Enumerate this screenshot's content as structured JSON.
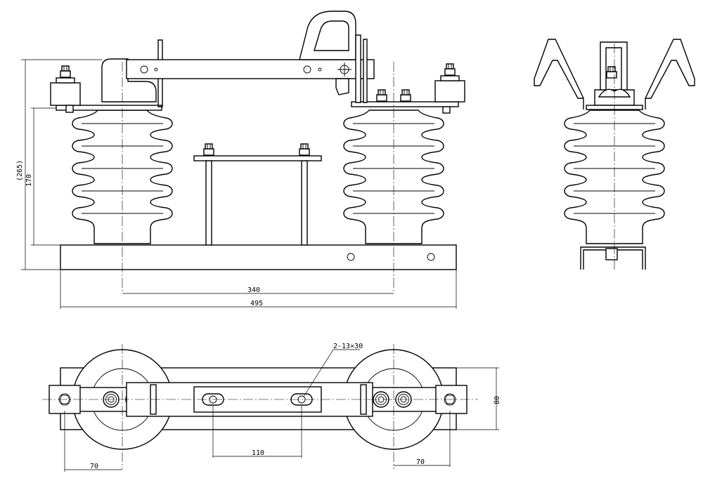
{
  "dimensions": {
    "overall_height": "(265)",
    "insulator_height": "170",
    "insulator_spacing": "340",
    "base_length": "495",
    "slot_note": "2-13×30",
    "slot_spacing": "110",
    "left_offset": "70",
    "right_offset": "70",
    "base_width": "80"
  }
}
